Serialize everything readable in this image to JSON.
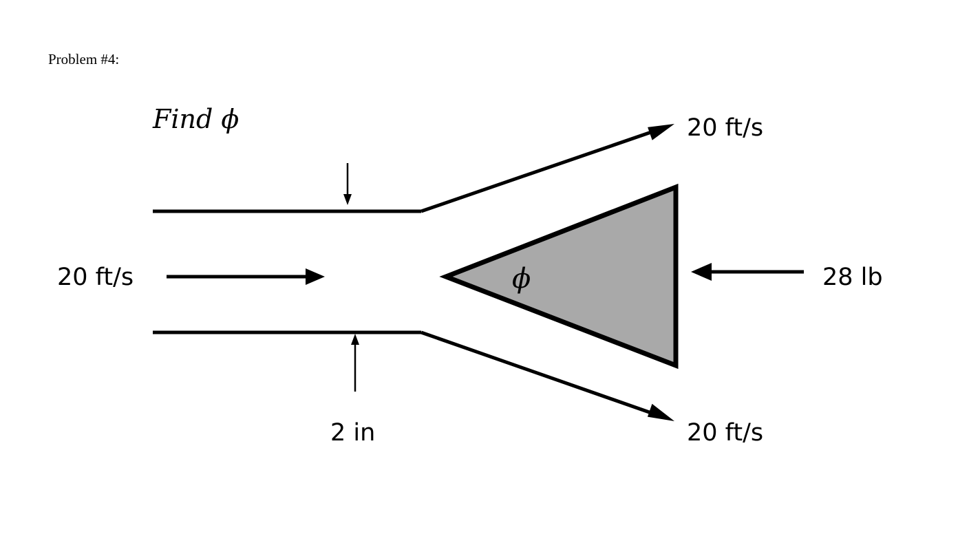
{
  "problem": {
    "title": "Problem #4:",
    "instruction": "Find ϕ"
  },
  "flow": {
    "inlet_velocity": "20 ft/s",
    "upper_outlet_velocity": "20 ft/s",
    "lower_outlet_velocity": "20 ft/s"
  },
  "pipe": {
    "diameter_label": "2 in"
  },
  "wedge": {
    "angle_symbol": "ϕ",
    "fill_color": "#a9a9a9",
    "force_label": "28 lb"
  }
}
